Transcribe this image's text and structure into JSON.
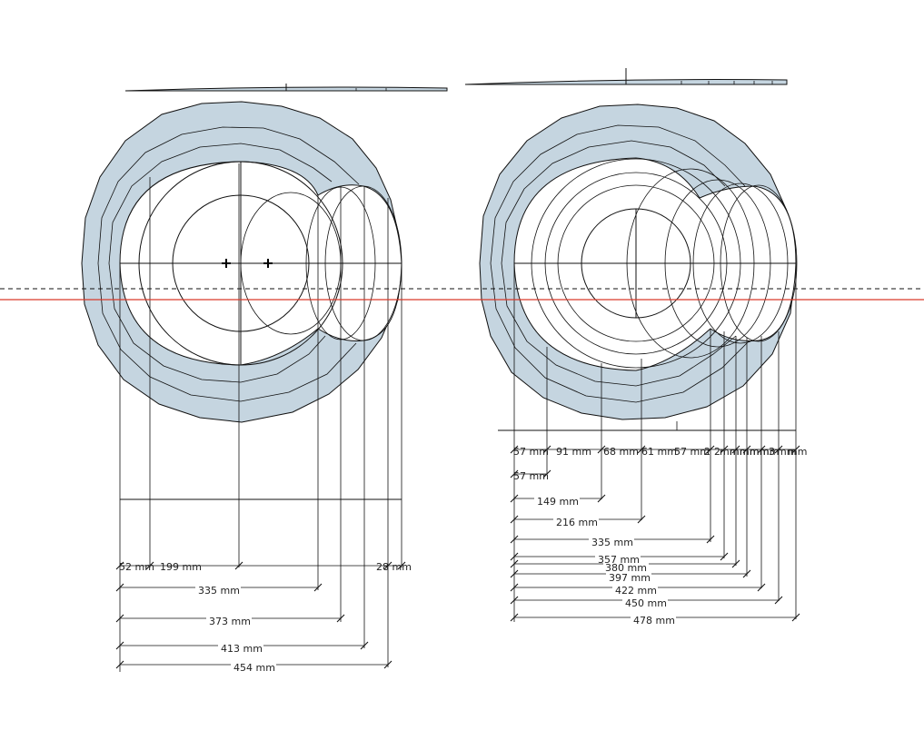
{
  "colors": {
    "band": "#c5d5e0",
    "line": "#111111",
    "cut_line": "#d93a2b",
    "background": "#ffffff"
  },
  "left_drawing": {
    "top_dims": [
      "52 mm",
      "199 mm",
      "28 mm"
    ],
    "dims": [
      "335 mm",
      "373 mm",
      "413 mm",
      "454 mm"
    ]
  },
  "right_drawing": {
    "top_row": [
      "57 mm",
      "91 mm",
      "68 mm",
      "61 mm",
      "57 mm",
      "2",
      "2",
      "mm",
      "mm",
      "mm",
      "mm",
      "mm",
      "3",
      "mm",
      "mm"
    ],
    "dims": [
      "57 mm",
      "149 mm",
      "216 mm",
      "335 mm",
      "357 mm",
      "380 mm",
      "397 mm",
      "422 mm",
      "450 mm",
      "478 mm"
    ]
  }
}
